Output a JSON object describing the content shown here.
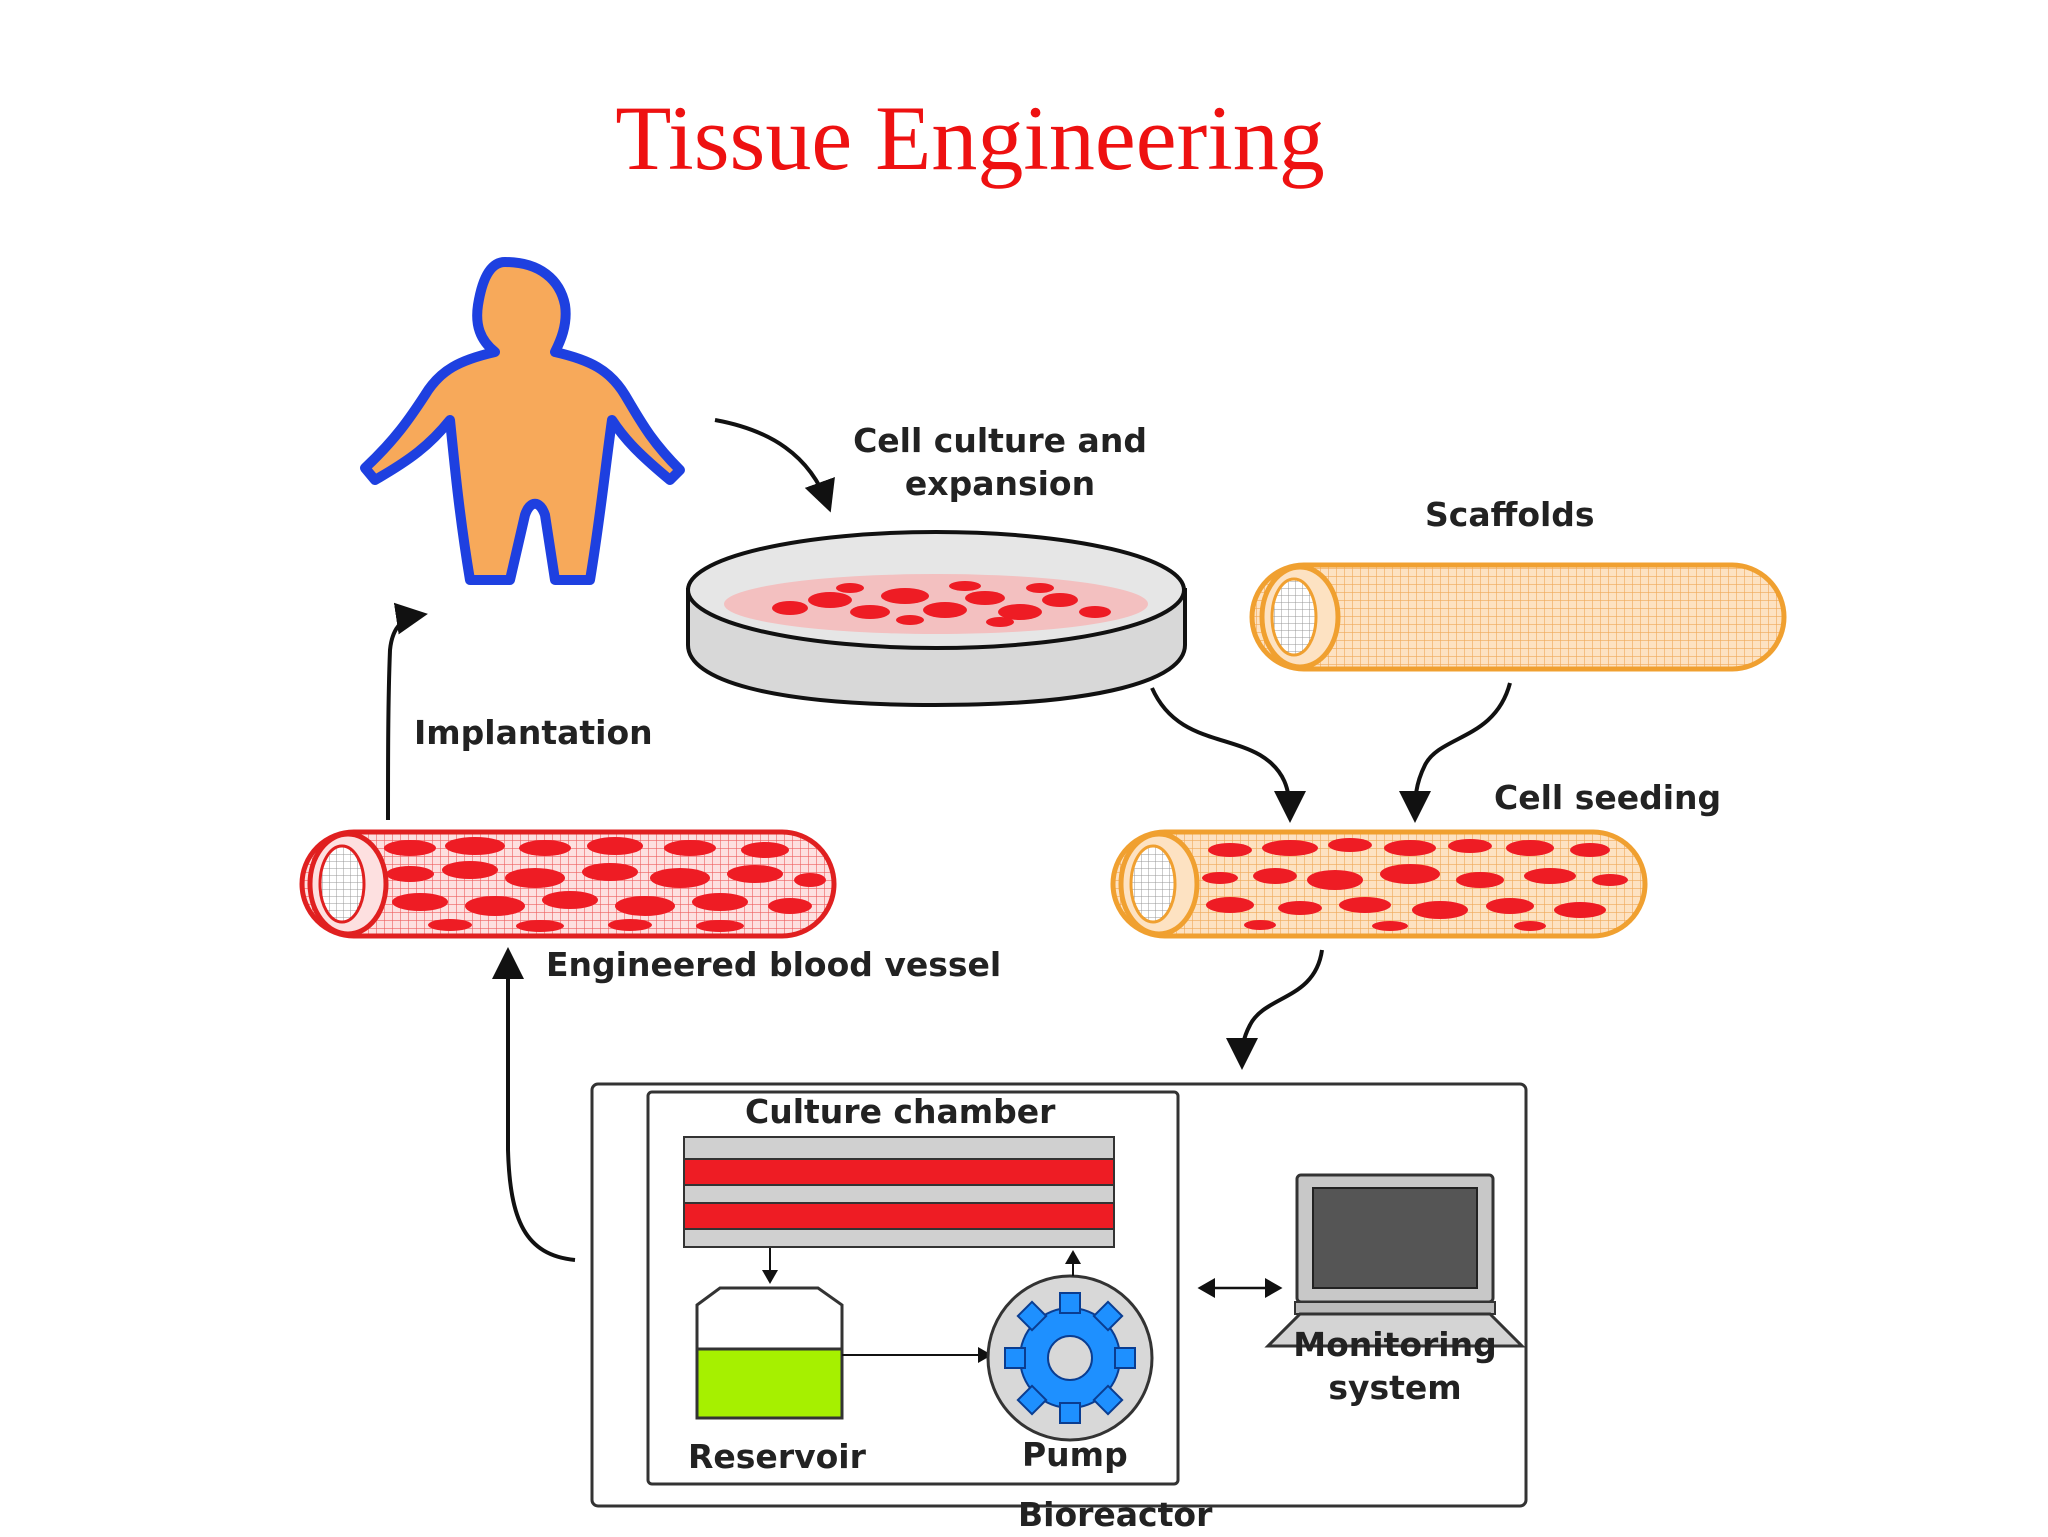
{
  "title": "Tissue Engineering",
  "labels": {
    "cell_culture_line1": "Cell culture and",
    "cell_culture_line2": "expansion",
    "scaffolds": "Scaffolds",
    "implantation": "Implantation",
    "cell_seeding": "Cell seeding",
    "engineered_vessel": "Engineered blood vessel",
    "culture_chamber": "Culture chamber",
    "monitoring_line1": "Monitoring",
    "monitoring_line2": "system",
    "reservoir": "Reservoir",
    "pump": "Pump",
    "bioreactor": "Bioreactor"
  },
  "icons": {
    "human": "human-silhouette-icon",
    "dish": "petri-dish-icon",
    "scaffold": "scaffold-tube-icon",
    "pump": "gear-pump-icon",
    "computer": "computer-monitor-icon"
  },
  "colors": {
    "title": "#ee1111",
    "body_fill": "#f7a95a",
    "body_outline": "#1e40e0",
    "cell_red": "#ee1c24",
    "scaffold_orange": "#f0a030",
    "scaffold_fill": "#fde2c2",
    "vessel_outline": "#e02020",
    "reservoir_liquid": "#a6f000",
    "gear_blue": "#1e90ff"
  }
}
